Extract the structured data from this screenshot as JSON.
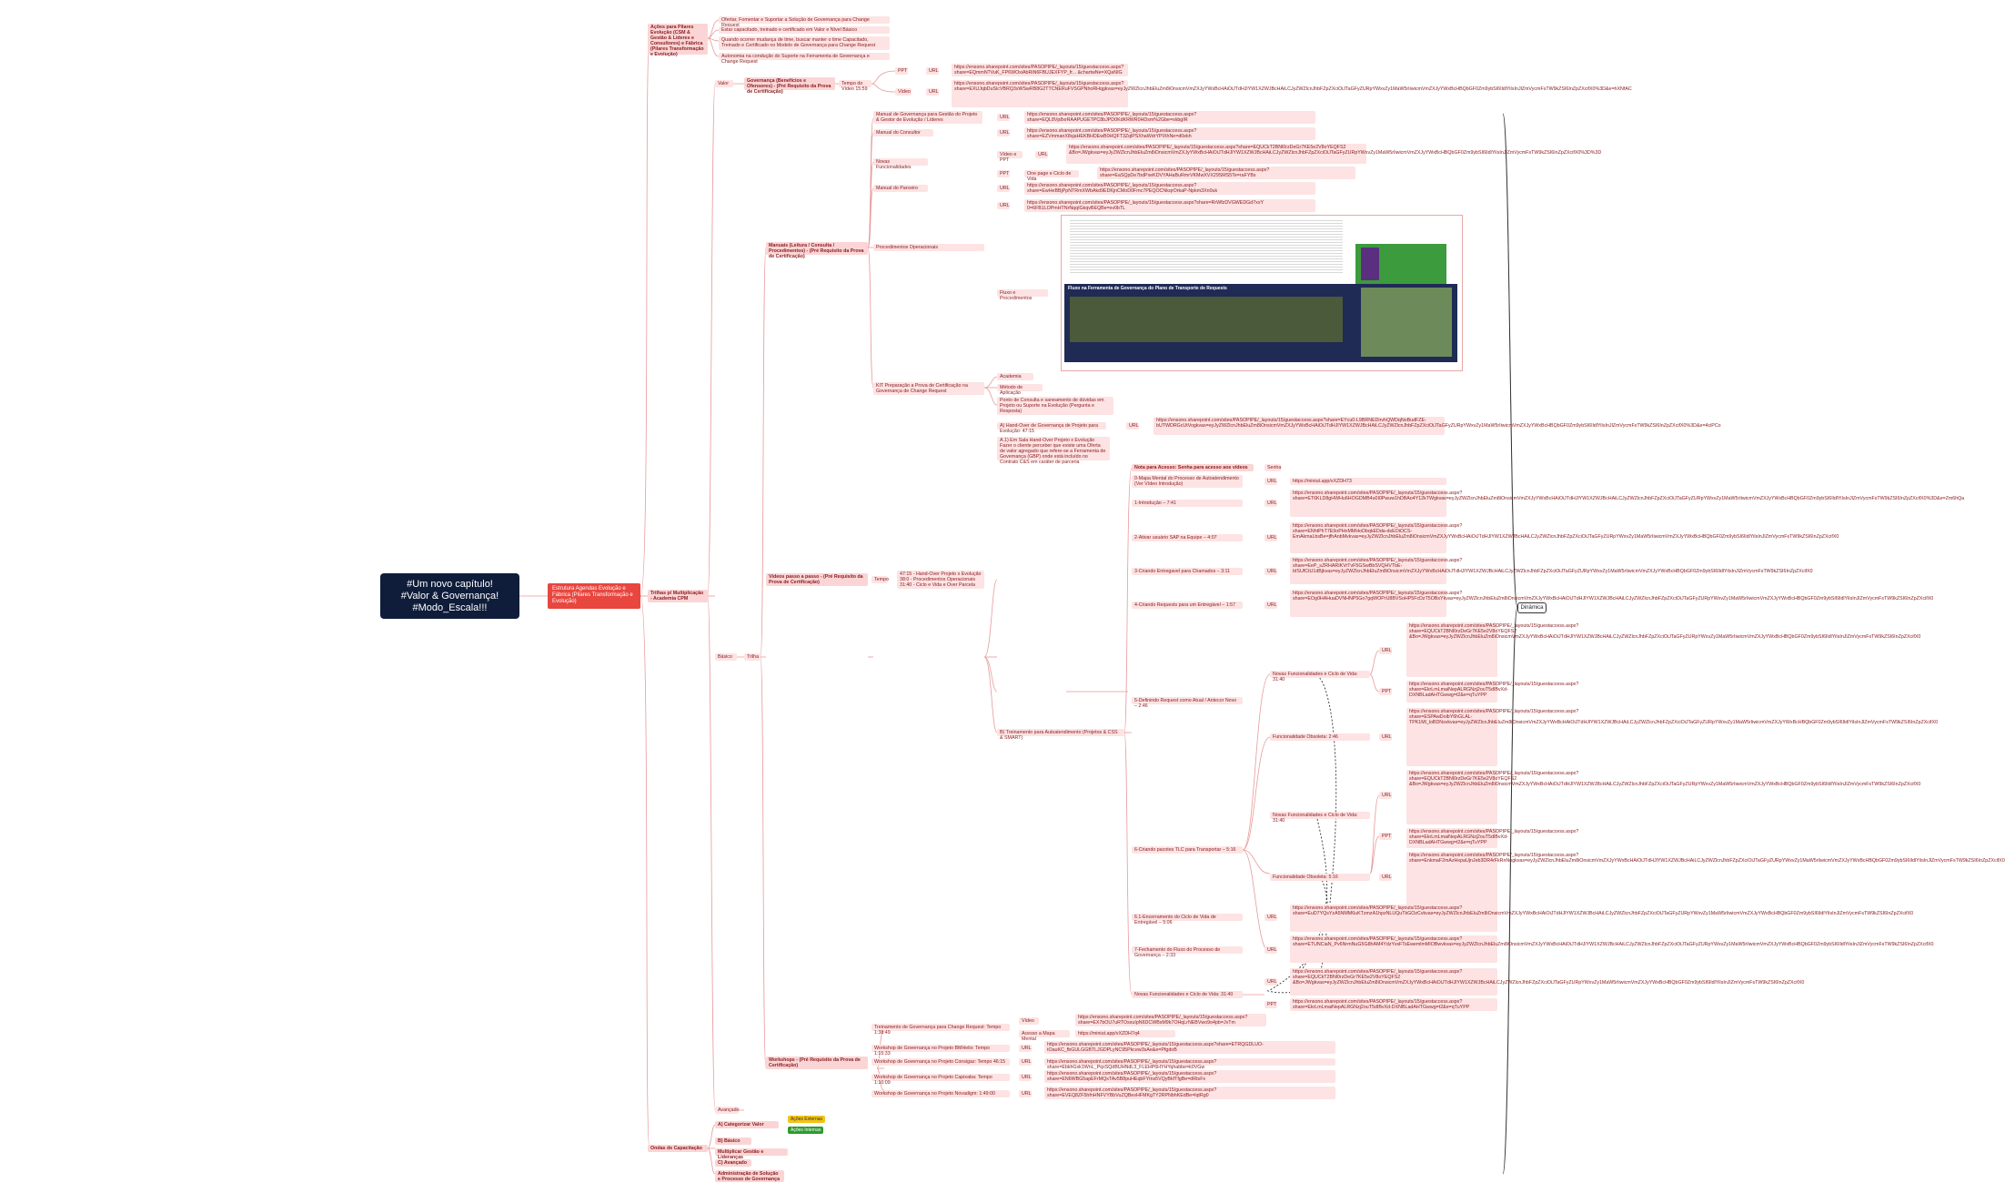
{
  "root": "#Um novo capítulo!\n#Valor & Governança!\n#Modo_Escala!!!",
  "level1": "Estrutura Agendas Evolução e Fábrica (Pilares Transformação e Evolução)",
  "dynamic_label": "Dinâmica",
  "nodes": {
    "acoes": "Ações para Pilares Evolução (CSM & Gestão & Líderes e Consultores) e Fábrica (Pilares Transformação e Evolução)",
    "acoes_1": "Ofertar, Fomentar e Suportar a Solução de Governança para Change Request",
    "acoes_2": "Estar capacitado, treinado e certificado em Valor e Nível Básico",
    "acoes_3": "Quando ocorrer mudança de time, buscar manter o time Capacitado, Treinado e Certificado no Modelo de Governança para Change Request",
    "acoes_4": "Autonomia na condução do Suporte na Ferramenta de Governança e Change Request",
    "trilhas": "Trilhas p/ Multiplicação - Academia CPM",
    "valor": "Valor",
    "gov_beneficios": "Governança (Benefícios e Ofensores) - (Pré Requisito da Prova de Certificação)",
    "tempo_video": "Tempo do Vídeo 15:59",
    "ppt": "PPT",
    "video": "Vídeo",
    "url": "URL",
    "url_gov_ppt": "https://ensono.sharepoint.com/sites/PASOPIPE/_layouts/15/guestaccess.aspx?share=EQmmN?VuK_FP6WOxiAbRiN6FBUJEXFYP_fr... &chartwNe=XQaNIG",
    "url_gov_video": "https://ensono.sharepoint.com/sites/PASOPIPE/_layouts/15/guestaccess.aspx?share=EXUJqbDuSlcVBRQ3xWSwRB8G2TTCNERuFVSGPNhoRHqgkvas=eyJyZWZlcnJhbEluZm8iOnsicmVmZXJyYWxBcHAiOiJTdHJlYW1XZWJBcHAiLCJyZWZlcnJhbFZpZXciOiJTaGFyZURpYWxvZy1MaW5rIiwicmVmZXJyYWxBcHBQbGF0Zm9ybSI6IldlYiIsInJlZmVycmFsTW9kZSI6InZpZXcifX0%3D&e=hXNfAC",
    "manuais": "Manuais (Leitura / Consulta / Procedimentos) - (Pré Requisito da Prova de Certificação)",
    "manual_gov_projeto": "Manual de Governança para Gestão do Projeto & Gestor de Evolução / Líderes",
    "url_manual_gov": "https://ensono.sharepoint.com/sites/PASOPIPE/_layouts/15/guestaccess.aspx?share=EQL8Vp8xrRAAPUGETPC8bJPD0KdKRWR0HDsm%2Gbe=xkbgIR",
    "manual_consultor": "Manual do Consultor",
    "url_manual_consultor": "https://ensono.sharepoint.com/sites/PASOPIPE/_layouts/15/guestaccess.aspx?share=EZVmmanX8sjaHEKBHDEwB0HQFT3ZqlPSXhaWdrYPIXhNe=d0ekh",
    "novas_func": "Novas Funcionalidades",
    "video_ppt": "Vídeo e PPT",
    "url_novas_func": "https://ensono.sharepoint.com/sites/PASOPIPE/_layouts/15/guestaccess.aspx?share=EQUCkT2BNl0rzDeGr7KE5e2V8oYEQFS2 &Bo=JWgkvas=eyJyZWZlcnJhbEluZm8iOnsicmVmZXJyYWxBcHAiOiJTdHJlYW1XZWJBcHAiLCJyZWZlcnJhbFZpZXciOiJTaGFyZURpYWxvZy1MaW5rIiwicmVmZXJyYWxBcHBQbGF0Zm9ybSI6IldlYiIsInJlZmVycmFsTW9kZSI6InZpZXcifX0%3D%3D",
    "one_page": "One page e Ciclo de Vida",
    "url_one_page": "https://ensono.sharepoint.com/sites/PASOPIPE/_layouts/15/guestaccess.aspx?share=EaSQpDe7bdPxeKDVYAHaBuRmrVKMwXVX29SMS5Te=raFYBx",
    "manual_parceiro": "Manual do Parceiro",
    "url_manual_parceiro": "https://ensono.sharepoint.com/sites/PASOPIPE/_layouts/15/guestaccess.aspx?share=EwHeBBjPpNTRmXWbAkd9EDKjnCMoD0Fmc7PEQOCNkqrOrkaP-Npkm3Xn0uk",
    "proc_oper": "Procedimentos Operacionais",
    "url_proc_oper": "https://ensono.sharepoint.com/sites/PASOPIPE/_layouts/15/guestaccess.aspx?share=RrWfzDVGWEDGd7xxY 0=6FB1LOPmHTNrNqqIGkqvBEQBe=sv0bTL",
    "fluxo_proc": "Fluxo e Procedimentos",
    "kit_prep": "KIT Preparação a Prova de Certificação na Governança de Change Request",
    "academia": "Academia",
    "metodo": "Método de Aplicação",
    "ponto_consulta": "Ponto de Consulta e saneamento de dúvidas em Projeto ou Suporte na Evolução (Pergunta e Resposta)",
    "basico": "Básico",
    "trilha": "Trilha",
    "videos_passo": "Vídeos passo a passo - (Pré Requisito da Prova de Certificação)",
    "tempo": "Tempo",
    "tempo_detail": "47:15 - Hand-Over Projeto x Evolução\n38:0 - Procedimentos Operacionais\n31:40 - Ciclo e Vida e Over Parcela",
    "hand_over": "A) Hand-Over de Governança de Projeto para Evolução: 47:15",
    "url_hand_over": "https://ensono.sharepoint.com/sites/PASOPIPE/_layouts/15/guestaccess.aspx?share=EYcu0-L9BRNEDirvhQWDqNoBudFZE-bUTWDRGcUtVogkvas=eyJyZWZlcnJhbEluZm8iOnsicmVmZXJyYWxBcHAiOiJTdHJlYW1XZWJBcHAiLCJyZWZlcnJhbFZpZXciOiJTaGFyZURpYWxvZy1MaW5rIiwicmVmZXJyYWxBcHBQbGF0Zm9ybSI6IldlYiIsInJlZmVycmFsTW9kZSI6InZpZXcifX0%3D&e=4ciPCo",
    "oferta_valor": "A.1) Em Sala Hand-Over Projeto x Evolução Fazer o cliente perceber que existe uma Oferta de valor agregado que refere-se a Ferramenta de Governança (GBP) onde está incluído no Contrato C&S em caráter de parceria",
    "nota_acesso": "Nota para Acesso: Senha para acesso aos vídeos",
    "senha": "Senha",
    "treinamento_auto": "B) Treinamento para Autoatendimento (Projetos & CSS & SMART)",
    "mapa_mental": "0-Mapa Mental do Processo de Autoatendimento (Ver Vídeo Introdução)",
    "url_mapa": "https://miniut.app/vXZDH73",
    "intro": "1-Introdução – 7:41",
    "url_intro": "https://ensono.sharepoint.com/sites/PASOPIPE/_layouts/15/guestaccess.aspx?share=ET6KLD8gHWHu6HOGDMB4u0I0Pwuw1hDBAo4Y12kTWgkvas=eyJyZWZlcnJhbEluZm8iOnsicmVmZXJyYWxBcHAiOiJTdHJlYW1XZWJBcHAiLCJyZWZlcnJhbFZpZXciOiJTaGFyZURpYWxvZy1MaW5rIiwicmVmZXJyYWxBcHBQbGF0Zm9ybSI6IldlYiIsInJlZmVycmFsTW9kZSI6InZpZXcifX0%3D&e=Zm6hQa",
    "ativar_usuario": "2-Ativar usuário SAP na Equipe – 4:07",
    "url_ativar": "https://ensono.sharepoint.com/sites/PASOPIPE/_layouts/15/guestaccess.aspx?share=ENhtPhT7E9oPHnMMHoDbqkEDda-dsEOiOCS-EmAkmaLbsBe=jfhAnbMvkvas=eyJyZWZlcnJhbEluZm8iOnsicmVmZXJyYWxBcHAiOiJTdHJlYW1XZWJBcHAiLCJyZWZlcnJhbFZpZXciOiJTaGFyZURpYWxvZy1MaW5rIiwicmVmZXJyYWxBcHBQbGF0Zm9ybSI6IldlYiIsInJlZmVycmFsTW9kZSI6InZpZXcifX0",
    "criando_entregavel": "3-Criando Entregavel para Chamados – 3:11",
    "url_criando_entregavel": "https://ensono.sharepoint.com/sites/PASOPIPE/_layouts/15/guestaccess.aspx?share=EeP_sZRHARIKVrTvF5GSwBbSVQHVTbE-bISUfCtU1dBjkvas=eyJyZWZlcnJhbEluZm8iOnsicmVmZXJyYWxBcHAiOiJTdHJlYW1XZWJBcHAiLCJyZWZlcnJhbFZpZXciOiJTaGFyZURpYWxvZy1MaW5rIiwicmVmZXJyYWxBcHBQbGF0Zm9ybSI6IldlYiIsInJlZmVycmFsTW9kZSI6InZpZXcifX0",
    "criando_request": "4-Criando Requests para um Entregável – 1:57",
    "url_criando_request": "https://ensono.sharepoint.com/sites/PASOPIPE/_layouts/15/guestaccess.aspx?share=EOg0HAHuaDVNHNP5Go7gqWOPrU8BVSoHP5FcDzT5OBsYkvas=eyJyZWZlcnJhbEluZm8iOnsicmVmZXJyYWxBcHAiOiJTdHJlYW1XZWJBcHAiLCJyZWZlcnJhbFZpZXciOiJTaGFyZURpYWxvZy1MaW5rIiwicmVmZXJyYWxBcHBQbGF0Zm9ybSI6IldlYiIsInJlZmVycmFsTW9kZSI6InZpZXcifX0",
    "definindo_request": "5-Definindo Request como Atual / Antecor Novo – 2:46",
    "novas_func_ciclo": "Novas Funcionalidades e Ciclo de Vida: 31:40",
    "url_nf1": "https://ensono.sharepoint.com/sites/PASOPIPE/_layouts/15/guestaccess.aspx?share=EQUCkT2BNl0rzDeGr7KE5e2V8oYEQFS2 &Bo=JWgkvas=eyJyZWZlcnJhbEluZm8iOnsicmVmZXJyYWxBcHAiOiJTdHJlYW1XZWJBcHAiLCJyZWZlcnJhbFZpZXciOiJTaGFyZURpYWxvZy1MaW5rIiwicmVmZXJyYWxBcHBQbGF0Zm9ybSI6IldlYiIsInJlZmVycmFsTW9kZSI6InZpZXcifX0",
    "url_nf1_ppt": "https://ensono.sharepoint.com/sites/PASOPIPE/_layouts/15/guestaccess.aspx?share=EkrLmLmaiNepALRGNzj2ouT5dIBvXd-DXNBLadAHTGwwg=t2&e=qTuYPP",
    "func_obsoleta": "Funcionalidade Obsoleta: 2:46",
    "url_obsoleta": "https://ensono.sharepoint.com/sites/PASOPIPE/_layouts/15/guestaccess.aspx?share=ESPAwDolbY6hGLAL-TPK1Ml_loBDNsvkvas=eyJyZWZlcnJhbEluZm8iOnsicmVmZXJyYWxBcHAiOiJTdHJlYW1XZWJBcHAiLCJyZWZlcnJhbFZpZXciOiJTaGFyZURpYWxvZy1MaW5rIiwicmVmZXJyYWxBcHBQbGF0Zm9ybSI6IldlYiIsInJlZmVycmFsTW9kZSI6InZpZXcifX0",
    "criando_tlc": "6-Criando pacotes TLC para Transportar – 5:16",
    "novas_func_ciclo2": "Novas Funcionalidades e Ciclo de Vida: 31:40",
    "url_nf2": "https://ensono.sharepoint.com/sites/PASOPIPE/_layouts/15/guestaccess.aspx?share=EQUCkT2BNl0rzDeGr7KE5e2V8oYEQFS2 &Bo=JWgkvas=eyJyZWZlcnJhbEluZm8iOnsicmVmZXJyYWxBcHAiOiJTdHJlYW1XZWJBcHAiLCJyZWZlcnJhbFZpZXciOiJTaGFyZURpYWxvZy1MaW5rIiwicmVmZXJyYWxBcHBQbGF0Zm9ybSI6IldlYiIsInJlZmVycmFsTW9kZSI6InZpZXcifX0",
    "url_nf2_ppt": "https://ensono.sharepoint.com/sites/PASOPIPE/_layouts/15/guestaccess.aspx?share=EkrLmLmaiNepALRGNzj2ouT5dIBvXd-DXNBLadAHTGwwg=t2&e=qTuYPP",
    "func_obsoleta2": "Funcionalidade Obsoleta: 5:16",
    "url_obsoleta2": "https://ensono.sharepoint.com/sites/PASOPIPE/_layouts/15/guestaccess.aspx?share=EnkmaF2mAzHxpaUjnJeb3DR4rFkRnNogkvas=eyJyZWZlcnJhbEluZm8iOnsicmVmZXJyYWxBcHAiOiJTdHJlYW1XZWJBcHAiLCJyZWZlcnJhbFZpZXciOiJTaGFyZURpYWxvZy1MaW5rIiwicmVmZXJyYWxBcHBQbGF0Zm9ybSI6IldlYiIsInJlZmVycmFsTW9kZSI6InZpZXcifX0",
    "encerramento": "6.1-Encerramento do Ciclo de Vida de Entregável – 5:06",
    "url_encerramento": "https://ensono.sharepoint.com/sites/PASOPIPE/_layouts/15/guestaccess.aspx?share=EuD7YQsYzA5NMM6uKTzmzA1hpzNLUQuTkGOzCvkvas=eyJyZWZlcnJhbEluZm8iOnsicmVmZXJyYWxBcHAiOiJTdHJlYW1XZWJBcHAiLCJyZWZlcnJhbFZpZXciOiJTaGFyZURpYWxvZy1MaW5rIiwicmVmZXJyYWxBcHBQbGF0Zm9ybSI6IldlYiIsInJlZmVycmFsTW9kZSI6InZpZXcifX0",
    "fechamento": "7-Fechamento do Fluxo do Processo de Governança – 2:33",
    "url_fechamento": "https://ensono.sharepoint.com/sites/PASOPIPE/_layouts/15/guestaccess.aspx?share=ETUNCiaN_Pv6NrmNuG5G8hAM4YdzYvsFTsEwemlmMIOBwvkvas=eyJyZWZlcnJhbEluZm8iOnsicmVmZXJyYWxBcHAiOiJTdHJlYW1XZWJBcHAiLCJyZWZlcnJhbFZpZXciOiJTaGFyZURpYWxvZy1MaW5rIiwicmVmZXJyYWxBcHBQbGF0Zm9ybSI6IldlYiIsInJlZmVycmFsTW9kZSI6InZpZXcifX0",
    "novas_func_31": "Novas Funcionalidades e Ciclo de Vida: 31:40",
    "url_nf3": "https://ensono.sharepoint.com/sites/PASOPIPE/_layouts/15/guestaccess.aspx?share=EQUCkT2BNl0rzDeGr7KE5e2V8oYEQFS2 &Bo=JWgkvas=eyJyZWZlcnJhbEluZm8iOnsicmVmZXJyYWxBcHAiOiJTdHJlYW1XZWJBcHAiLCJyZWZlcnJhbFZpZXciOiJTaGFyZURpYWxvZy1MaW5rIiwicmVmZXJyYWxBcHBQbGF0Zm9ybSI6IldlYiIsInJlZmVycmFsTW9kZSI6InZpZXcifX0",
    "url_nf3_ppt": "https://ensono.sharepoint.com/sites/PASOPIPE/_layouts/15/guestaccess.aspx?share=EkrLmLmaiNepALRGNzj2ouT5dIBvXd-DXNBLadAHTGwwg=t2&e=qTuYPP",
    "workshops": "Workshops - (Pré Requisito da Prova de Certificação)",
    "trein_gov": "Treinamento de Governança para Change Request: Tempo 1:38:49",
    "url_trein_gov": "https://ensono.sharepoint.com/sites/PASOPIPE/_layouts/15/guestaccess.aspx?share=EX7bOU7uRTOsxuIpN6DCWBxM9k7OHqLrNEBVwo9o4pb=JvTm",
    "acesso_mapa": "Acesso a Mapa Mental",
    "url_acesso_mapa": "https://miniut.app/vXZDH7q4",
    "ws_bmhelix": "Workshop de Governança no Projeto BMHelix: Tempo 1:15:33",
    "url_ws_bmhelix": "https://ensono.sharepoint.com/sites/PASOPIPE/_layouts/15/guestaccess.aspx?share=ETRQGDLUO-tOauKC_fbGULGGBTLJGDPLyNC95Pkcew3sAe&e=PfgdoB",
    "ws_consigaz": "Workshop de Governança no Projeto Consigaz: Tempo 46:15",
    "url_ws_consigaz": "https://ensono.sharepoint.com/sites/PASOPIPE/_layouts/15/guestaccess.aspx?share=EbkhGxk1WnL_PqxSQdBUHNdL3_FLEHP6HYHYqhabbe=k0VGw",
    "ws_capixaba": "Workshop de Governança no Projeto Capixaba: Tempo 1:10:09",
    "url_ws_capixaba": "https://ensono.sharepoint.com/sites/PASOPIPE/_layouts/15/guestaccess.aspx?share=EN6WBG5apEFrMQsTAv5B8puHEqbFYtns5VQyBkfTfgBe=dRtsFx",
    "ws_novadigm": "Workshop de Governança no Projeto Novadigm: 1:49:00",
    "url_ws_novadigm": "https://ensono.sharepoint.com/sites/PASOPIPE/_layouts/15/guestaccess.aspx?share=EVEQ8ZF5hfnHNFVYBbVuZQBexHFMKgTY2RPNbhKEdBe=lqtRg0",
    "avancado": "Avançado",
    "ondas": "Ondas de Capacitação",
    "onda_a": "A) Categorizar Valor",
    "acoes_ext": "Ações Externas",
    "acoes_int": "Ações Internas",
    "onda_b": "B) Básico",
    "onda_mult": "Multiplicar Gestão e Lideranças",
    "onda_c": "C) Avançado",
    "onda_adm": "Administração de Solução e Processo de Governança",
    "shot_title": "Fluxo na Ferramenta de Governança do Plano de Transporte de Requests"
  },
  "colors": {
    "root_bg": "#0f1c3a",
    "level1_bg": "#e8463e",
    "node_bg": "#fde3e3",
    "text": "#8a1f22",
    "line": "#e89a9a",
    "tag_yellow": "#f3c316",
    "tag_green": "#2f9a2f"
  }
}
